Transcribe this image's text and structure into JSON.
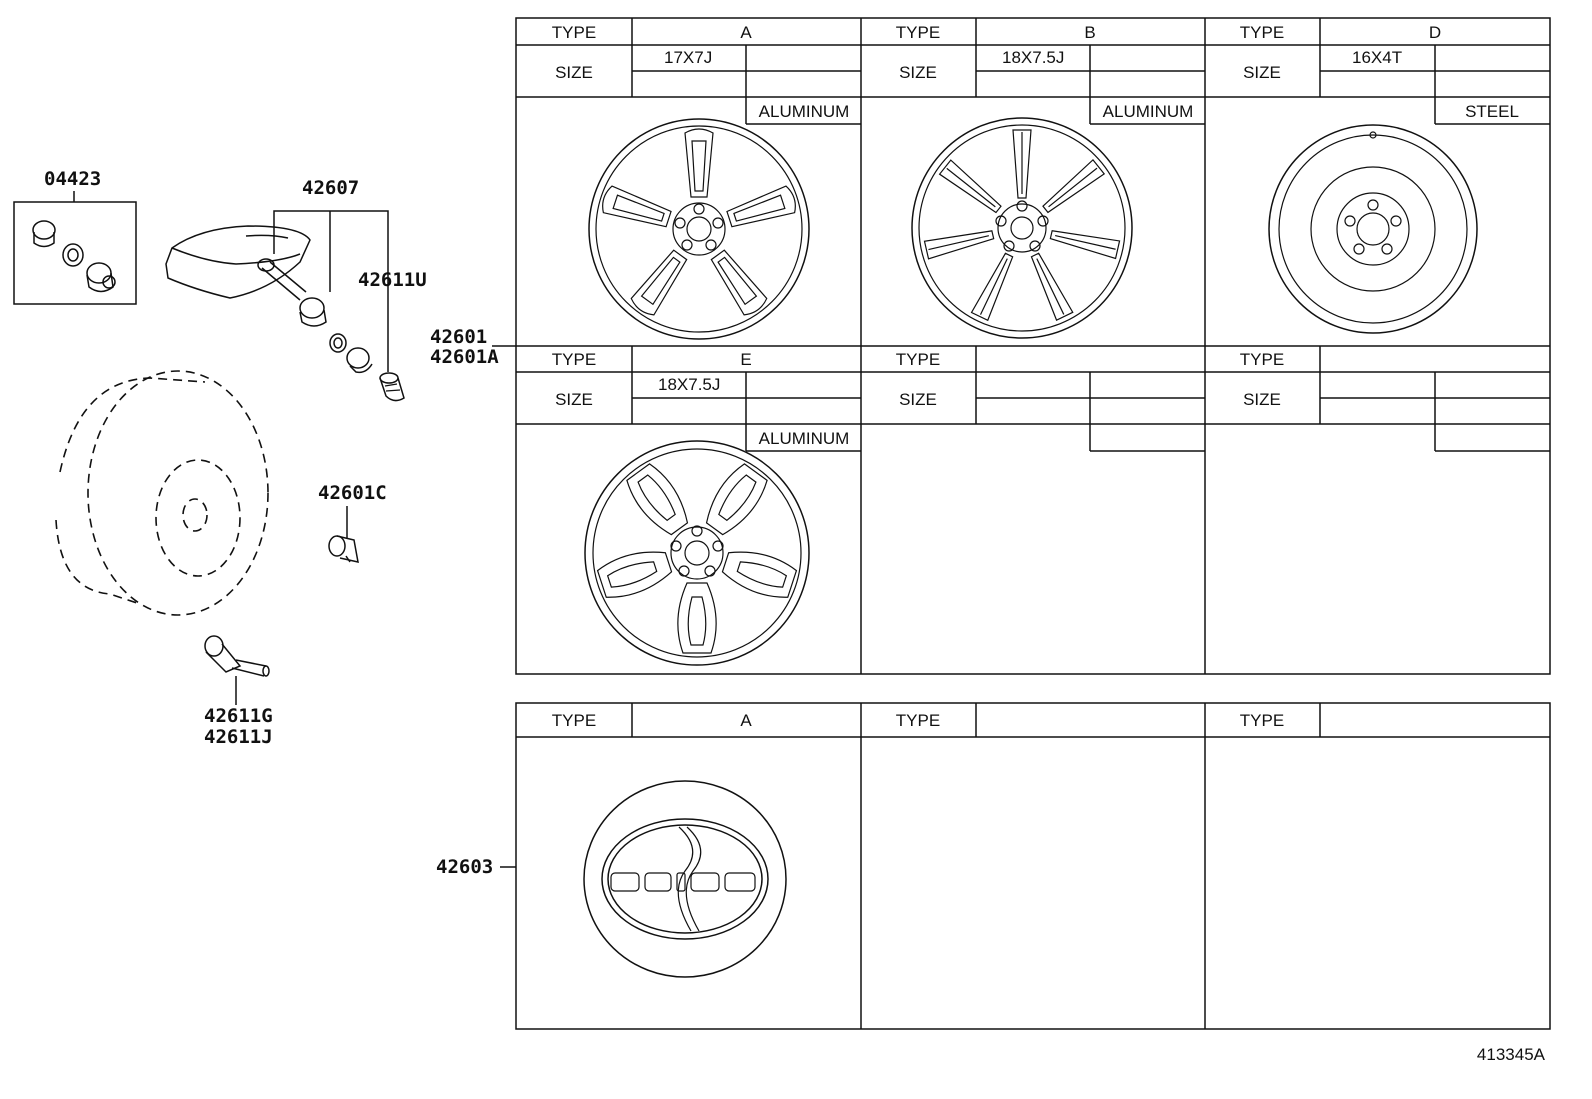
{
  "callouts": {
    "p04423": "04423",
    "p42607": "42607",
    "p42611U": "42611U",
    "p42601": "42601",
    "p42601A": "42601A",
    "p42601C": "42601C",
    "p42611G": "42611G",
    "p42611J": "42611J",
    "p42603": "42603"
  },
  "wheel_table": {
    "type_label": "TYPE",
    "size_label": "SIZE",
    "panels": [
      {
        "type": "A",
        "size": "17X7J",
        "material": "ALUMINUM"
      },
      {
        "type": "B",
        "size": "18X7.5J",
        "material": "ALUMINUM"
      },
      {
        "type": "D",
        "size": "16X4T",
        "material": "STEEL"
      },
      {
        "type": "E",
        "size": "18X7.5J",
        "material": "ALUMINUM"
      },
      {
        "type": "",
        "size": "",
        "material": ""
      },
      {
        "type": "",
        "size": "",
        "material": ""
      }
    ]
  },
  "cap_table": {
    "type_label": "TYPE",
    "panels": [
      {
        "type": "A"
      },
      {
        "type": ""
      },
      {
        "type": ""
      }
    ]
  },
  "figure_id": "413345A"
}
